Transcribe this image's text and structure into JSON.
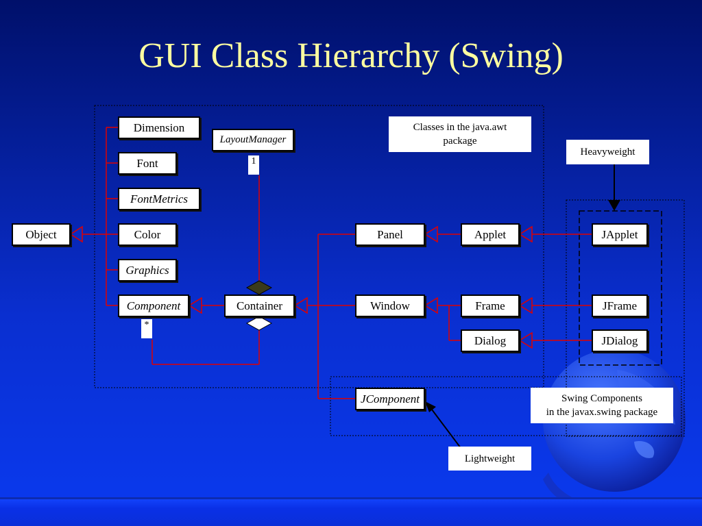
{
  "title": "GUI Class Hierarchy (Swing)",
  "classes": {
    "object": "Object",
    "dimension": "Dimension",
    "font": "Font",
    "fontmetrics": "FontMetrics",
    "color": "Color",
    "graphics": "Graphics",
    "component": "Component",
    "container": "Container",
    "layoutmanager": "LayoutManager",
    "panel": "Panel",
    "applet": "Applet",
    "window": "Window",
    "frame": "Frame",
    "dialog": "Dialog",
    "japplet": "JApplet",
    "jframe": "JFrame",
    "jdialog": "JDialog",
    "jcomponent": "JComponent"
  },
  "multiplicity": {
    "layout": "1",
    "component": "*"
  },
  "notes": {
    "awt_line1": "Classes in the java.awt",
    "awt_line2": "package",
    "heavyweight": "Heavyweight",
    "swing_line1": "Swing Components",
    "swing_line2": "in the javax.swing package",
    "lightweight": "Lightweight"
  },
  "colors": {
    "title": "#ffffa0",
    "connector": "#e00000",
    "background_top": "#00106a",
    "background_bottom": "#0a3af0"
  }
}
